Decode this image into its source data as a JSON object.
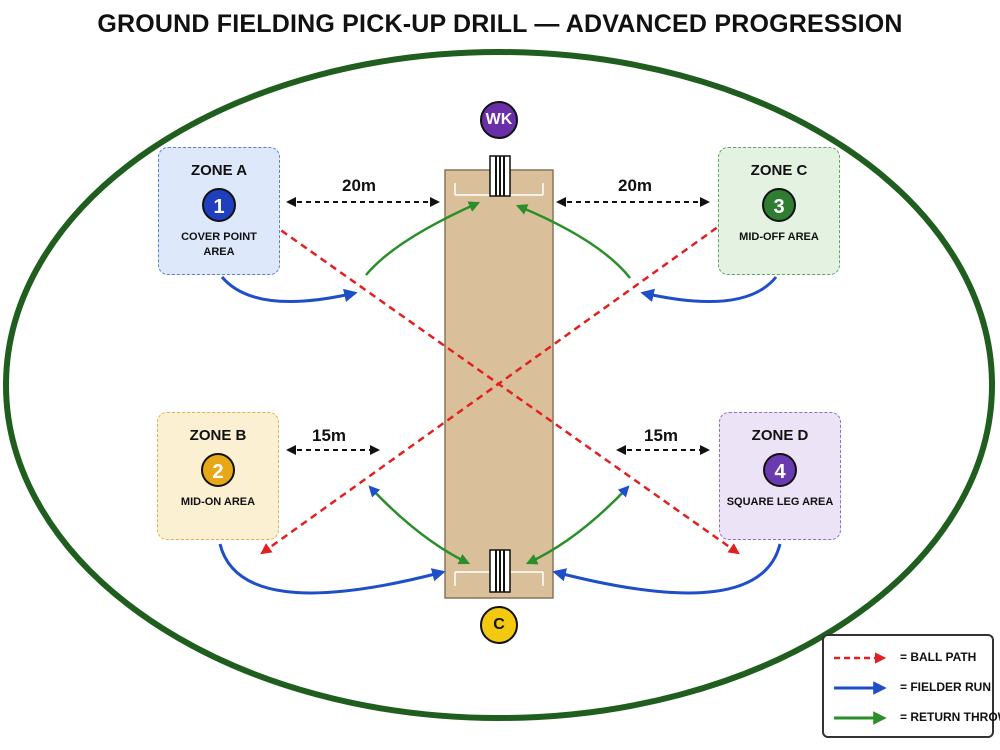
{
  "title": "GROUND FIELDING PICK-UP DRILL — ADVANCED PROGRESSION",
  "zones": {
    "a": {
      "title": "ZONE A",
      "number": "1",
      "label": "COVER POINT AREA",
      "color": "#1f3fbf",
      "fill": "#dde8fb",
      "border": "#5b7fd6"
    },
    "b": {
      "title": "ZONE B",
      "number": "2",
      "label": "MID-ON AREA",
      "color": "#e6a817",
      "fill": "#fbf0d2",
      "border": "#d9b455"
    },
    "c": {
      "title": "ZONE C",
      "number": "3",
      "label": "MID-OFF AREA",
      "color": "#2e7d32",
      "fill": "#e3f2e1",
      "border": "#62a265"
    },
    "d": {
      "title": "ZONE D",
      "number": "4",
      "label": "SQUARE LEG AREA",
      "color": "#6a3bb0",
      "fill": "#ece3f7",
      "border": "#8f70c4"
    }
  },
  "players": {
    "wk": {
      "label": "WK",
      "color": "#6a2fa8"
    },
    "c": {
      "label": "C",
      "color": "#f2c811"
    }
  },
  "distances": {
    "top_left": "20m",
    "top_right": "20m",
    "bottom_left": "15m",
    "bottom_right": "15m"
  },
  "legend": {
    "ball_path": "= BALL PATH",
    "fielder_run": "= FIELDER RUN",
    "return_throw": "= RETURN THROW"
  },
  "colors": {
    "ball_path": "#e32020",
    "fielder_run": "#1f4fc8",
    "return_throw": "#2a8f2a",
    "boundary": "#1f5e1f",
    "pitch": "#d9c09a"
  }
}
